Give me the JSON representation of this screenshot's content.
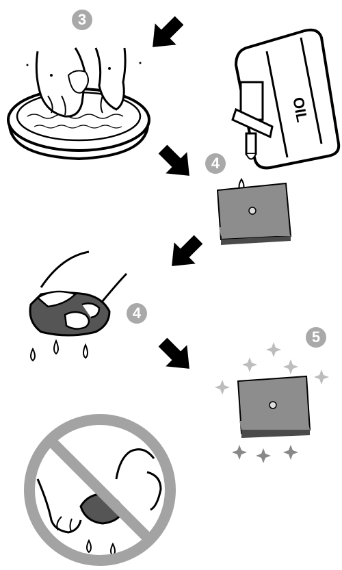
{
  "steps": {
    "wash": "3",
    "oil": "4",
    "squeeze": "4",
    "result": "5"
  },
  "container_label": "OIL",
  "colors": {
    "sponge_face": "#8d8d8d",
    "sponge_edge": "#4a4a4a",
    "badge": "#a9a9a9",
    "no_sign": "#a3a3a3",
    "sparkle": "#bdbdbd"
  }
}
